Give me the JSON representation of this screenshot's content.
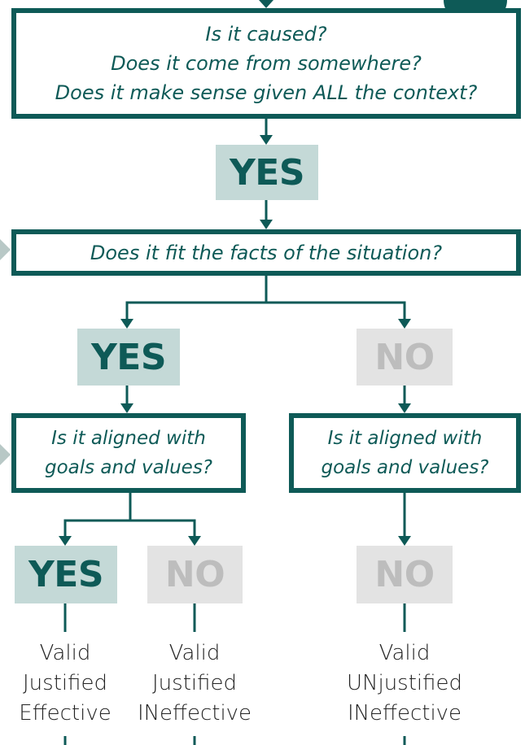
{
  "colors": {
    "primary": "#0e5a57",
    "yes_bg": "#c4d9d7",
    "no_bg": "#e3e3e3",
    "no_text": "#bdbdbd",
    "outcome_text": "#222222"
  },
  "question1": {
    "lines": [
      "Is it caused?",
      "Does it come from somewhere?",
      "Does it make sense given ALL the context?"
    ]
  },
  "answer1": {
    "label": "YES"
  },
  "question2": {
    "label": "Does it fit the facts of the situation?"
  },
  "answer2_yes": {
    "label": "YES"
  },
  "answer2_no": {
    "label": "NO"
  },
  "question3_left": {
    "lines": [
      "Is it aligned with",
      "goals and values?"
    ]
  },
  "question3_right": {
    "lines": [
      "Is it aligned with",
      "goals and values?"
    ]
  },
  "answer3_left_yes": {
    "label": "YES"
  },
  "answer3_left_no": {
    "label": "NO"
  },
  "answer3_right_no": {
    "label": "NO"
  },
  "outcomes": [
    {
      "lines": [
        "Valid",
        "Justified",
        "Effective"
      ]
    },
    {
      "lines": [
        "Valid",
        "Justified",
        "INeffective"
      ]
    },
    {
      "lines": [
        "Valid",
        "UNjustified",
        "INeffective"
      ]
    }
  ]
}
